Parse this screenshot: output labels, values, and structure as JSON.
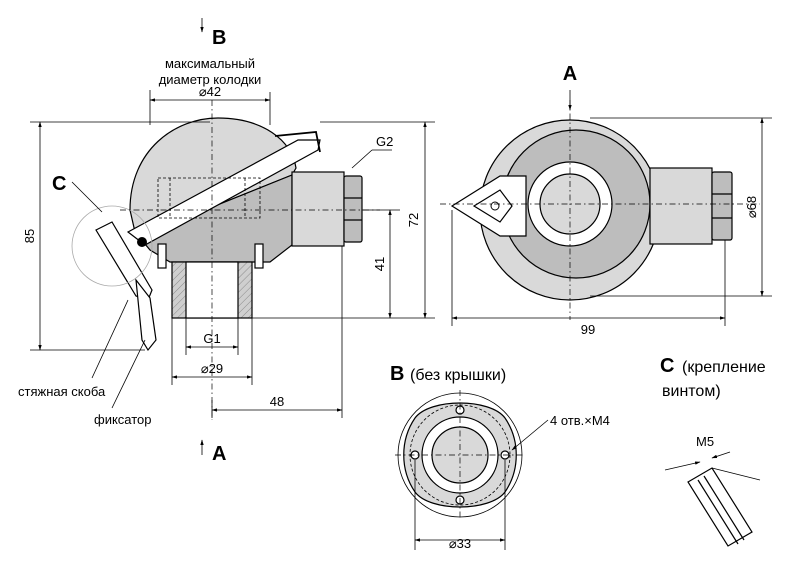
{
  "view_labels": {
    "b_top": "B",
    "a_bottom": "A",
    "c_left": "C",
    "a_right": "A",
    "b_section": "B",
    "b_section_note": "(без крышки)",
    "c_section": "C",
    "c_section_note_1": "(крепление",
    "c_section_note_2": "винтом)"
  },
  "annotations": {
    "max_diameter_1": "максимальный",
    "max_diameter_2": "диаметр колодки",
    "clamp": "стяжная скоба",
    "latch": "фиксатор",
    "holes": "4 отв.×M4"
  },
  "dimensions": {
    "d42": "⌀42",
    "g2": "G2",
    "h85": "85",
    "h72": "72",
    "h41": "41",
    "g1": "G1",
    "d29": "⌀29",
    "w48": "48",
    "w99": "99",
    "d68": "⌀68",
    "d33": "⌀33",
    "m5": "M5"
  }
}
